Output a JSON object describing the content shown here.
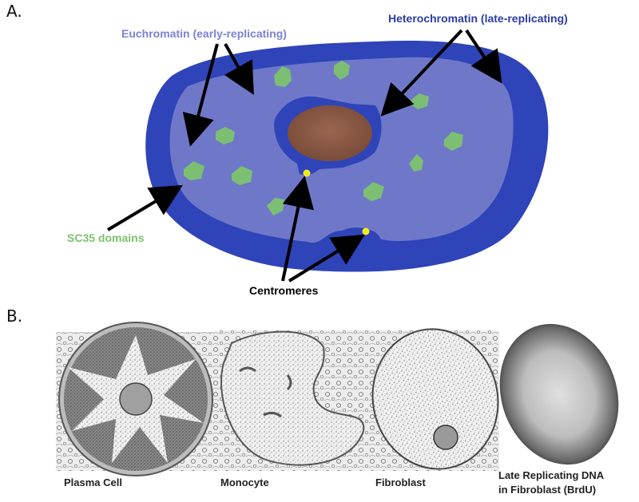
{
  "panel_a": {
    "letter": "A.",
    "labels": {
      "euchromatin": "Euchromatin (early-replicating)",
      "heterochromatin": "Heterochromatin (late-replicating)",
      "sc35": "SC35 domains",
      "centromeres": "Centromeres"
    },
    "colors": {
      "heterochromatin": "#2e44b8",
      "euchromatin": "#6f78c8",
      "nucleolus": "#8a5a48",
      "sc35": "#7cbf72",
      "centromere": "#f2ee1a"
    }
  },
  "panel_b": {
    "letter": "B.",
    "captions": {
      "plasma": "Plasma Cell",
      "monocyte": "Monocyte",
      "fibroblast": "Fibroblast",
      "late_line1": "Late Replicating DNA",
      "late_line2": "in Fibroblast (BrdU)"
    }
  }
}
